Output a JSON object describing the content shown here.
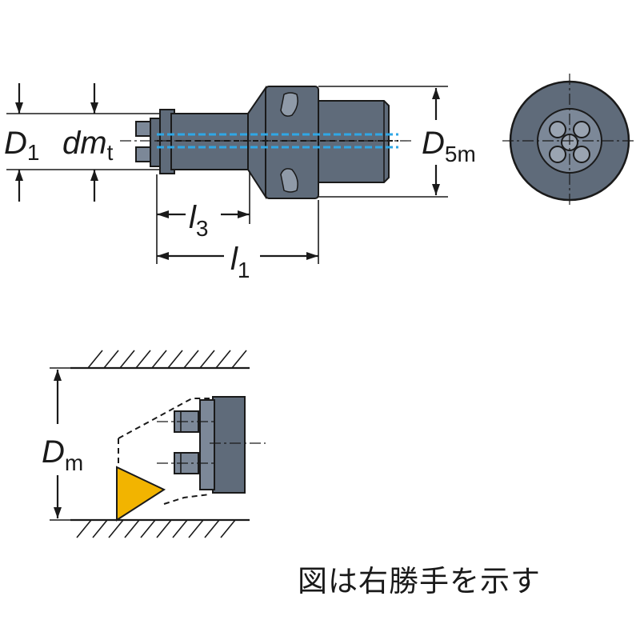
{
  "labels": {
    "d1_main": "D",
    "d1_sub": "1",
    "dmt_main": "dm",
    "dmt_sub": "t",
    "d5m_main": "D",
    "d5m_sub": "5m",
    "l3_main": "l",
    "l3_sub": "3",
    "l1_main": "l",
    "l1_sub": "1",
    "dm_main": "D",
    "dm_sub": "m"
  },
  "caption": "図は右勝手を示す",
  "colors": {
    "tool_body": "#5f6b7a",
    "coolant_channel": "#2fa7e6",
    "insert": "#f2b400",
    "line": "#1a1a1a"
  }
}
